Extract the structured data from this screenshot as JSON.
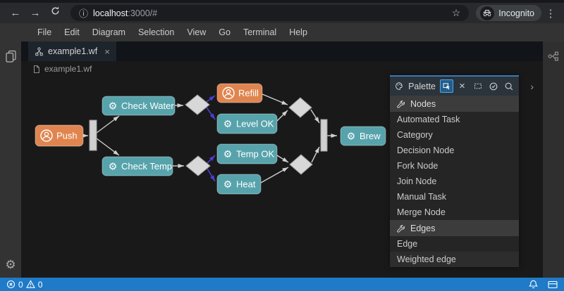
{
  "browser": {
    "url_host": "localhost",
    "url_path": ":3000/#",
    "incognito_label": "Incognito"
  },
  "menu": {
    "items": [
      "File",
      "Edit",
      "Diagram",
      "Selection",
      "View",
      "Go",
      "Terminal",
      "Help"
    ]
  },
  "editor": {
    "tab_label": "example1.wf",
    "breadcrumb": "example1.wf"
  },
  "palette": {
    "title": "Palette",
    "sections": [
      {
        "label": "Nodes",
        "items": [
          "Automated Task",
          "Category",
          "Decision Node",
          "Fork Node",
          "Join Node",
          "Manual Task",
          "Merge Node"
        ]
      },
      {
        "label": "Edges",
        "items": [
          "Edge",
          "Weighted edge"
        ]
      }
    ]
  },
  "diagram": {
    "nodes": [
      {
        "label": "Push",
        "type": "manual-task",
        "color": "#e0854f"
      },
      {
        "label": "Check Water",
        "type": "automated-task",
        "color": "#57a3ab"
      },
      {
        "label": "Check Temp",
        "type": "automated-task",
        "color": "#57a3ab"
      },
      {
        "label": "Refill",
        "type": "manual-task",
        "color": "#e0854f"
      },
      {
        "label": "Level OK",
        "type": "automated-task",
        "color": "#57a3ab"
      },
      {
        "label": "Temp OK",
        "type": "automated-task",
        "color": "#57a3ab"
      },
      {
        "label": "Heat",
        "type": "automated-task",
        "color": "#57a3ab"
      },
      {
        "label": "Brew",
        "type": "automated-task",
        "color": "#57a3ab"
      }
    ],
    "edge_colors": {
      "default": "#cfcfcf",
      "weighted": "#4c3fd0"
    }
  },
  "status_bar": {
    "errors": "0",
    "warnings": "0"
  },
  "icons": {
    "gear": "⚙",
    "back": "←",
    "forward": "→",
    "star": "☆",
    "info": "ⓘ",
    "menu_dots": "⋮",
    "close": "×",
    "chevron_right": "›"
  }
}
